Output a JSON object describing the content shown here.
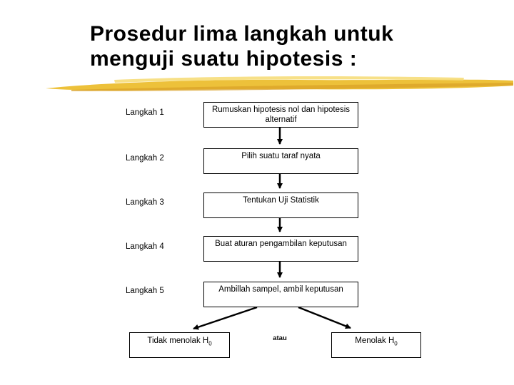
{
  "slide": {
    "title_line1": "Prosedur lima langkah untuk",
    "title_line2": "menguji suatu hipotesis :"
  },
  "flowchart": {
    "steps": [
      {
        "label": "Langkah 1",
        "text": "Rumuskan hipotesis nol dan hipotesis alternatif"
      },
      {
        "label": "Langkah 2",
        "text": "Pilih suatu taraf nyata"
      },
      {
        "label": "Langkah 3",
        "text": "Tentukan Uji Statistik"
      },
      {
        "label": "Langkah 4",
        "text": "Buat aturan pengambilan keputusan"
      },
      {
        "label": "Langkah 5",
        "text": "Ambillah sampel, ambil keputusan"
      }
    ],
    "outcomes": {
      "left": {
        "text": "Tidak menolak H",
        "sub": "0"
      },
      "connector": "atau",
      "right": {
        "text": "Menolak H",
        "sub": "0"
      }
    }
  },
  "colors": {
    "background": "#FFFFFF",
    "text": "#000000",
    "box_border": "#000000",
    "box_fill": "#FFFFFF",
    "arrow": "#000000",
    "highlight_yellow": "#EDC13A",
    "highlight_yellow_light": "#F6DA72",
    "highlight_yellow_dark": "#D9A228"
  }
}
